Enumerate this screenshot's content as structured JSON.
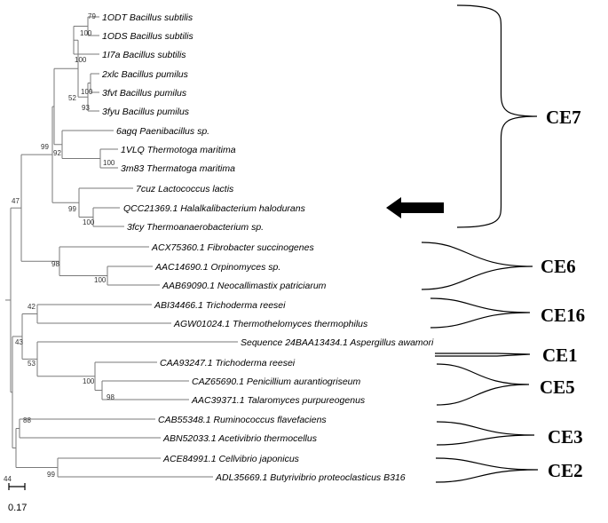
{
  "leaves": [
    "1ODT Bacillus subtilis",
    "1ODS Bacillus subtilis",
    "1I7a Bacillus subtilis",
    "2xlc Bacillus pumilus",
    "3fvt Bacillus pumilus",
    "3fyu Bacillus pumilus",
    "6agq Paenibacillus sp.",
    "1VLQ Thermotoga maritima",
    "3m83 Thermatoga maritima",
    "7cuz Lactococcus lactis",
    "QCC21369.1 Halalkalibacterium halodurans",
    "3fcy Thermoanaerobacterium sp.",
    "ACX75360.1 Fibrobacter succinogenes",
    "AAC14690.1 Orpinomyces sp.",
    "AAB69090.1 Neocallimastix patriciarum",
    "ABI34466.1 Trichoderma reesei",
    "AGW01024.1 Thermothelomyces thermophilus",
    "Sequence 24BAA13434.1 Aspergillus awamori",
    "CAA93247.1 Trichoderma reesei",
    "CAZ65690.1 Penicillium aurantiogriseum",
    "AAC39371.1 Talaromyces purpureogenus",
    "CAB55348.1 Ruminococcus flavefaciens",
    "ABN52033.1 Acetivibrio thermocellus",
    "ACE84991.1 Cellvibrio japonicus",
    "ADL35669.1 Butyrivibrio proteoclasticus B316"
  ],
  "bootstrap": [
    "79",
    "100",
    "100",
    "100",
    "93",
    "52",
    "92",
    "100",
    "99",
    "99",
    "100",
    "47",
    "98",
    "100",
    "42",
    "43",
    "53",
    "100",
    "98",
    "88",
    "44",
    "99"
  ],
  "clusters": [
    "CE7",
    "CE6",
    "CE16",
    "CE1",
    "CE5",
    "CE3",
    "CE2"
  ],
  "scale_label": "0.17",
  "arrow_target": "QCC21369.1 Halalkalibacterium halodurans"
}
